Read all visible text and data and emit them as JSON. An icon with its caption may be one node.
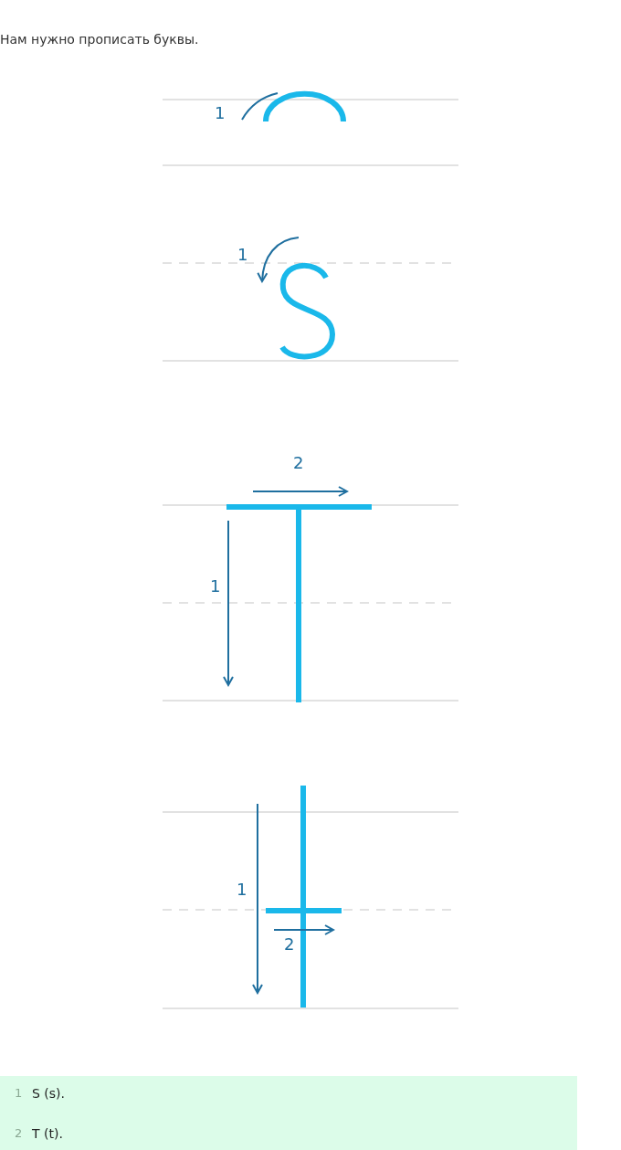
{
  "diagram": {
    "title": "Нам нужно прописать буквы.",
    "labels": [
      "1",
      "1",
      "2",
      "1",
      "1",
      "2",
      "1",
      "S (s).",
      "2",
      "T (t)."
    ]
  }
}
